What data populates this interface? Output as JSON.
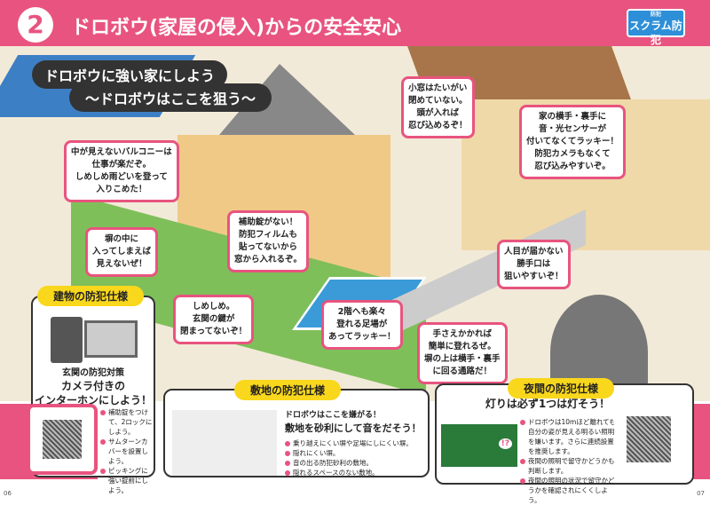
{
  "header": {
    "number": "2",
    "title": "ドロボウ(家屋の侵入)からの安全安心",
    "logo_small": "防犯",
    "logo_main": "スクラム防犯"
  },
  "banner": {
    "line1": "ドロボウに強い家にしよう",
    "line2": "〜ドロボウはここを狙う〜"
  },
  "bubbles": [
    "小窓はたいがい\n閉めていない。\n頭が入れば\n忍び込めるぞ！",
    "家の横手・裏手に\n音・光センサーが\n付いてなくてラッキー！\n防犯カメラもなくて\n忍び込みやすいぞ。",
    "中が見えないバルコニーは\n仕事が楽だぞ。\nしめしめ雨どいを登って\n入りこめた！",
    "補助錠がない！\n防犯フィルムも\n貼ってないから\n窓から入れるぞ。",
    "塀の中に\n入ってしまえば\n見えないぜ！",
    "人目が届かない\n勝手口は\n狙いやすいぞ！",
    "しめしめ。\n玄関の鍵が\n閉まってないぞ！",
    "2階へも楽々\n登れる足場が\nあってラッキー！",
    "手さえかかれば\n簡単に登れるぜ。\n塀の上は横手・裏手\nに回る通路だ！"
  ],
  "building": {
    "tag": "建物の防犯仕様",
    "sub": "玄関の防犯対策",
    "headline": "カメラ付きの\nインターホンにしよう！",
    "bullets": [
      "補助錠をつけて、2ロックにしよう。",
      "サムターンカバーを設置しよう。",
      "ピッキングに強い錠前にしよう。"
    ]
  },
  "site": {
    "tag": "敷地の防犯仕様",
    "sub": "ドロボウはここを嫌がる！",
    "headline": "敷地を砂利にして音をだそう！",
    "bullets": [
      "乗り越えにくい塀や足場にしにくい塀。",
      "隠れにくい塀。",
      "音の出る防犯砂利の敷地。",
      "隠れるスペースのない敷地。"
    ]
  },
  "night": {
    "tag": "夜間の防犯仕様",
    "headline": "灯りは必ず1つは灯そう！",
    "bullets": [
      "ドロボウは10mほど離れても自分の姿が見える明るい照明を嫌います。さらに連続設置を推奨します。",
      "夜間の照明で留守かどうかも判断します。",
      "夜間の照明の状況で留守かどうかを確認されにくくしよう。"
    ],
    "illustration_text": "!?"
  },
  "pages": {
    "left": "06",
    "right": "07"
  },
  "colors": {
    "accent": "#e8547f",
    "tag": "#f9d71c",
    "dark": "#333333"
  }
}
